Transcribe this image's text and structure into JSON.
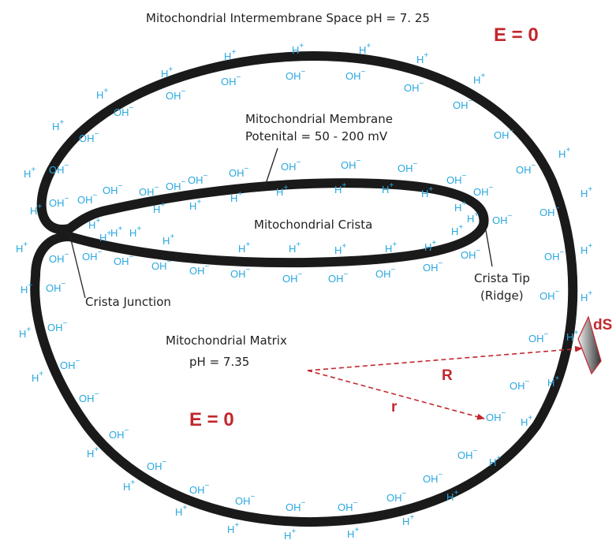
{
  "labels": {
    "intermembrane": "Mitochondrial Intermembrane Space  pH = 7. 25",
    "membrane_line1": "Mitochondrial Membrane",
    "membrane_line2": "Potenital = 50 - 200 mV",
    "crista": "Mitochondrial Crista",
    "crista_junction": "Crista Junction",
    "crista_tip_line1": "Crista Tip",
    "crista_tip_line2": "(Ridge)",
    "matrix_line1": "Mitochondrial Matrix",
    "matrix_line2": "pH = 7.35",
    "field_outside": "E = 0",
    "field_inside": "E = 0",
    "big_r": "R",
    "small_r": "r",
    "ds": "dS"
  },
  "ions": {
    "h_base": "H",
    "h_sup": "+",
    "oh_base": "OH",
    "oh_sup": "−"
  },
  "colors": {
    "membrane": "#1a1a1a",
    "ion": "#29a8e0",
    "accent": "#c1272d",
    "text": "#222222"
  }
}
